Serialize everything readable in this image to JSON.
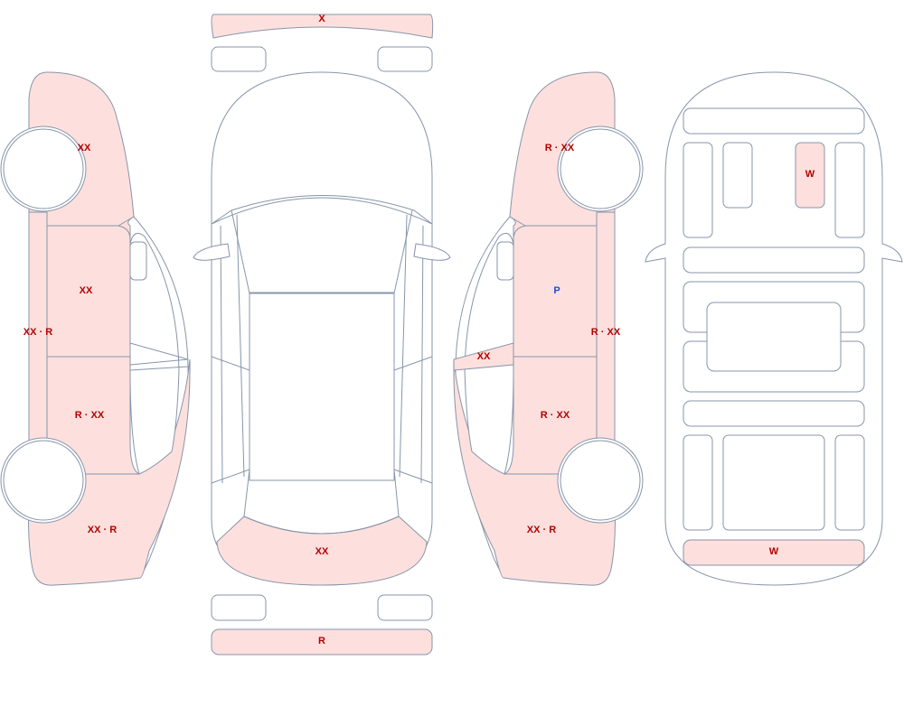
{
  "colors": {
    "damage_fill": "#fde0dd",
    "outline": "#8795ab",
    "label_red": "#b30000",
    "label_blue": "#1a4fd6",
    "background": "#ffffff"
  },
  "legend_codes": {
    "X": "X",
    "XX": "XX",
    "R": "R",
    "P": "P",
    "W": "W"
  },
  "marks": {
    "front_bumper": "X",
    "rear_bumper": "R",
    "trunk_lid": "XX",
    "left_front_fender": "XX",
    "left_front_door": "XX",
    "left_rocker": "XX · R",
    "left_rear_door": "R · XX",
    "left_rear_quarter": "XX · R",
    "right_front_fender": "R · XX",
    "right_front_door": "P",
    "right_mirror": "XX",
    "right_rocker": "R · XX",
    "right_rear_door": "R · XX",
    "right_rear_quarter": "XX · R",
    "interior_seat": "W",
    "interior_rear_panel": "W"
  }
}
